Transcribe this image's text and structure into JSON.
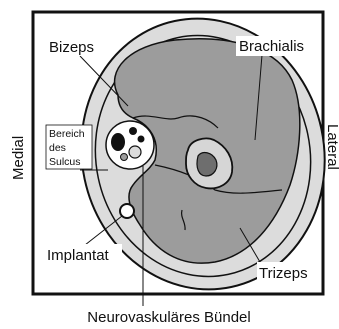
{
  "labels": {
    "bizeps": "Bizeps",
    "brachialis": "Brachialis",
    "bereich_line1": "Bereich",
    "bereich_line2": "des",
    "bereich_line3": "Sulcus",
    "medial": "Medial",
    "lateral": "Lateral",
    "implantat": "Implantat",
    "trizeps": "Trizeps",
    "bundel": "Neurovaskuläres Bündel"
  },
  "colors": {
    "muscle": "#9c9c9c",
    "fat": "#dcdcdc",
    "skin": "#ffffff",
    "bone_cortex": "#d6d6d6",
    "bone_marrow": "#6e6e6e",
    "outline": "#111111"
  }
}
